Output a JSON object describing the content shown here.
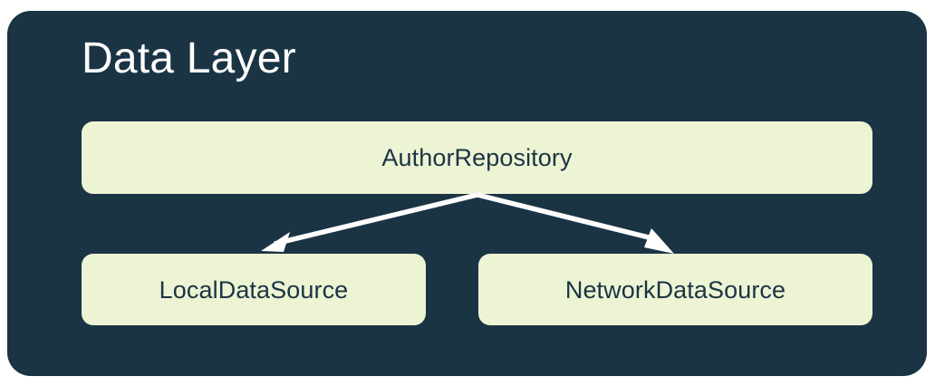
{
  "diagram": {
    "type": "architecture-hierarchy",
    "title": "Data Layer",
    "colors": {
      "panel_background": "#1B3444",
      "node_background": "#EDF4D4",
      "node_text": "#1B3444",
      "title_text": "#FFFFFF",
      "arrow": "#FFFFFF",
      "page_background": "#FFFFFF"
    },
    "nodes": {
      "repository": {
        "label": "AuthorRepository",
        "level": 1
      },
      "local": {
        "label": "LocalDataSource",
        "level": 2
      },
      "network": {
        "label": "NetworkDataSource",
        "level": 2
      }
    },
    "edges": [
      {
        "from": "AuthorRepository",
        "to": "LocalDataSource",
        "style": "solid-arrow",
        "direction": "down-left"
      },
      {
        "from": "AuthorRepository",
        "to": "NetworkDataSource",
        "style": "solid-arrow",
        "direction": "down-right"
      }
    ]
  }
}
